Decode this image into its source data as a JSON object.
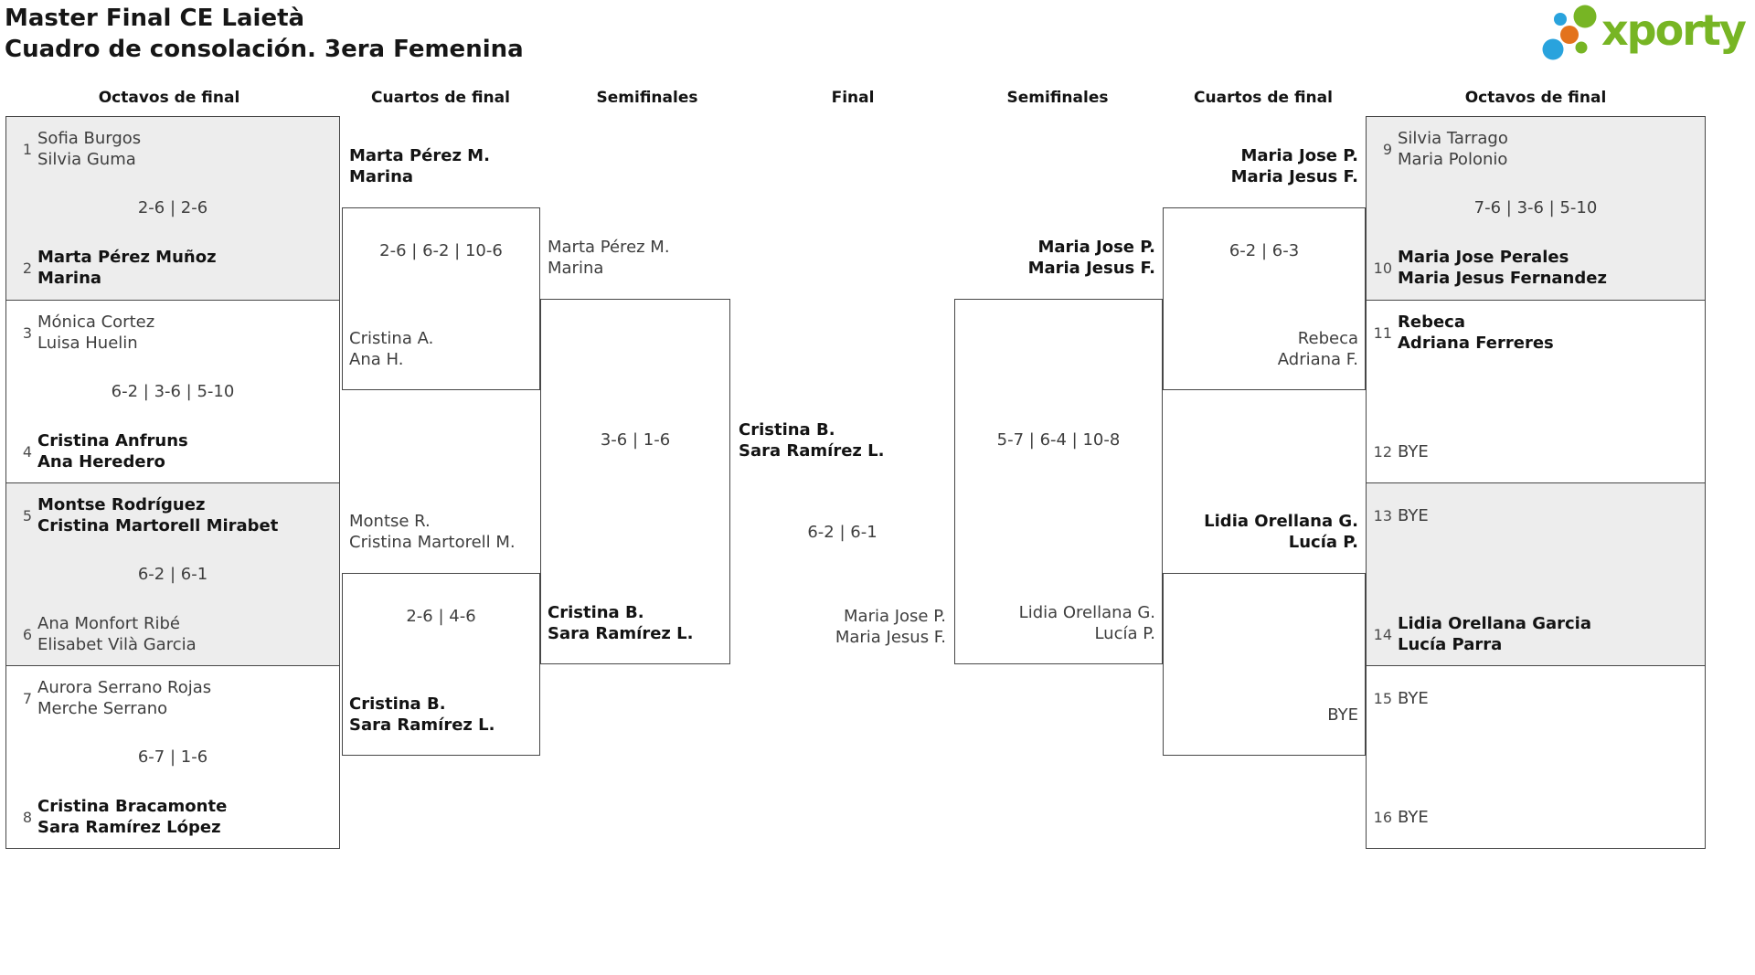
{
  "title": {
    "line1": "Master Final CE Laietà",
    "line2": "Cuadro de consolación. 3era Femenina"
  },
  "logo": {
    "brand": "xporty",
    "icon": "dots-cluster-icon",
    "colors": {
      "green": "#77b524",
      "blue": "#29a3dd",
      "orange": "#e3731c"
    }
  },
  "palette": {
    "row_shade": "#ededed",
    "line": "#474747"
  },
  "round_headers": [
    "Octavos de final",
    "Cuartos de final",
    "Semifinales",
    "Final",
    "Semifinales",
    "Cuartos de final",
    "Octavos de final"
  ],
  "octavos_left": [
    {
      "shaded": true,
      "top": {
        "seed": "1",
        "lines": [
          "Sofia Burgos",
          "Silvia Guma"
        ],
        "bold": false
      },
      "score": "2-6 | 2-6",
      "bottom": {
        "seed": "2",
        "lines": [
          "Marta Pérez Muñoz",
          "Marina"
        ],
        "bold": true
      }
    },
    {
      "shaded": false,
      "top": {
        "seed": "3",
        "lines": [
          "Mónica Cortez",
          "Luisa Huelin"
        ],
        "bold": false
      },
      "score": "6-2 | 3-6 | 5-10",
      "bottom": {
        "seed": "4",
        "lines": [
          "Cristina Anfruns",
          "Ana Heredero"
        ],
        "bold": true
      }
    },
    {
      "shaded": true,
      "top": {
        "seed": "5",
        "lines": [
          "Montse Rodríguez",
          "Cristina Martorell Mirabet"
        ],
        "bold": true
      },
      "score": "6-2 | 6-1",
      "bottom": {
        "seed": "6",
        "lines": [
          "Ana Monfort Ribé",
          "Elisabet Vilà Garcia"
        ],
        "bold": false
      }
    },
    {
      "shaded": false,
      "top": {
        "seed": "7",
        "lines": [
          "Aurora Serrano Rojas",
          "Merche Serrano"
        ],
        "bold": false
      },
      "score": "6-7 | 1-6",
      "bottom": {
        "seed": "8",
        "lines": [
          "Cristina Bracamonte",
          "Sara Ramírez López"
        ],
        "bold": true
      }
    }
  ],
  "octavos_right": [
    {
      "shaded": true,
      "top": {
        "seed": "9",
        "lines": [
          "Silvia Tarrago",
          "Maria Polonio"
        ],
        "bold": false
      },
      "score": "7-6 | 3-6 | 5-10",
      "bottom": {
        "seed": "10",
        "lines": [
          "Maria Jose Perales",
          "Maria Jesus Fernandez"
        ],
        "bold": true
      }
    },
    {
      "shaded": false,
      "top": {
        "seed": "11",
        "lines": [
          "Rebeca",
          "Adriana Ferreres"
        ],
        "bold": true
      },
      "score": "",
      "bottom": {
        "seed": "12",
        "lines": [
          "BYE"
        ],
        "bold": false
      }
    },
    {
      "shaded": true,
      "top": {
        "seed": "13",
        "lines": [
          "BYE"
        ],
        "bold": false
      },
      "score": "",
      "bottom": {
        "seed": "14",
        "lines": [
          "Lidia Orellana Garcia",
          "Lucía Parra"
        ],
        "bold": true
      }
    },
    {
      "shaded": false,
      "top": {
        "seed": "15",
        "lines": [
          "BYE"
        ],
        "bold": false
      },
      "score": "",
      "bottom": {
        "seed": "16",
        "lines": [
          "BYE"
        ],
        "bold": false
      }
    }
  ],
  "cuartos_left": [
    {
      "top": {
        "lines": [
          "Marta Pérez M.",
          "Marina"
        ],
        "bold": true
      },
      "score": "2-6 | 6-2 | 10-6",
      "bottom": {
        "lines": [
          "Cristina A.",
          "Ana H."
        ],
        "bold": false
      }
    },
    {
      "top": {
        "lines": [
          "Montse R.",
          "Cristina Martorell M."
        ],
        "bold": false
      },
      "score": "2-6 | 4-6",
      "bottom": {
        "lines": [
          "Cristina B.",
          "Sara Ramírez L."
        ],
        "bold": true
      }
    }
  ],
  "cuartos_right": [
    {
      "top": {
        "lines": [
          "Maria Jose P.",
          "Maria Jesus F."
        ],
        "bold": true
      },
      "score": "6-2 | 6-3",
      "bottom": {
        "lines": [
          "Rebeca",
          "Adriana F."
        ],
        "bold": false
      }
    },
    {
      "top": {
        "lines": [
          "Lidia Orellana G.",
          "Lucía P."
        ],
        "bold": true
      },
      "score": "",
      "bottom": {
        "lines": [
          "BYE"
        ],
        "bold": false
      }
    }
  ],
  "semifinales_left": [
    {
      "top": {
        "lines": [
          "Marta Pérez M.",
          "Marina"
        ],
        "bold": false
      },
      "score": "3-6 | 1-6",
      "bottom": {
        "lines": [
          "Cristina B.",
          "Sara Ramírez L."
        ],
        "bold": true
      }
    }
  ],
  "semifinales_right": [
    {
      "top": {
        "lines": [
          "Maria Jose P.",
          "Maria Jesus F."
        ],
        "bold": true
      },
      "score": "5-7 | 6-4 | 10-8",
      "bottom": {
        "lines": [
          "Lidia Orellana G.",
          "Lucía P."
        ],
        "bold": false
      }
    }
  ],
  "final": {
    "winner": {
      "lines": [
        "Cristina B.",
        "Sara Ramírez L."
      ],
      "bold": true
    },
    "score": "6-2 | 6-1",
    "runner_up": {
      "lines": [
        "Maria Jose P.",
        "Maria Jesus F."
      ],
      "bold": false
    }
  }
}
